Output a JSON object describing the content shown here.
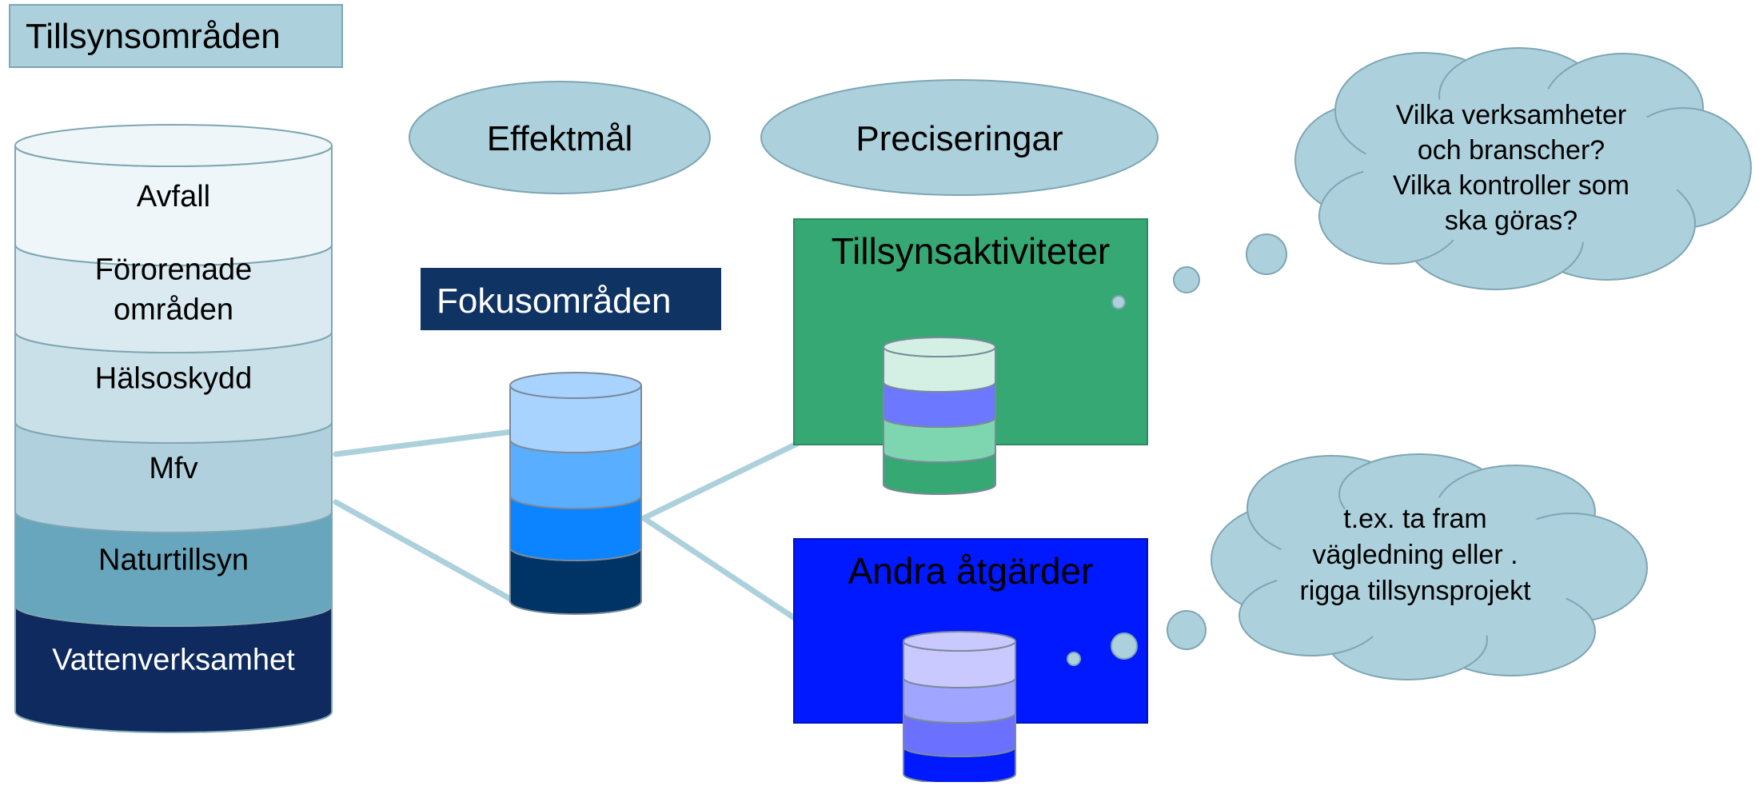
{
  "title_box": {
    "label": "Tillsynsområden",
    "fill": "#acd0dc",
    "stroke": "#7ea6b3"
  },
  "main_stack": {
    "layers": [
      {
        "label": [
          "Avfall"
        ],
        "color": "#eef6f9",
        "text_color": "#000000"
      },
      {
        "label": [
          "Förorenade",
          "områden"
        ],
        "color": "#dbeaf0",
        "text_color": "#000000"
      },
      {
        "label": [
          "Hälsoskydd"
        ],
        "color": "#c9e0e8",
        "text_color": "#000000"
      },
      {
        "label": [
          "Mfv"
        ],
        "color": "#afd0dc",
        "text_color": "#000000"
      },
      {
        "label": [
          "Naturtillsyn"
        ],
        "color": "#67a6bd",
        "text_color": "#000000"
      },
      {
        "label": [
          "Vattenverksamhet"
        ],
        "color": "#0e2a5e",
        "text_color": "#ffffff"
      }
    ]
  },
  "ellipses": [
    {
      "id": "effektmal",
      "label": "Effektmål"
    },
    {
      "id": "preciseringar",
      "label": "Preciseringar"
    }
  ],
  "focus_label": {
    "label": "Fokusområden",
    "fill": "#0f3363",
    "text_color": "#ffffff"
  },
  "focus_stack": {
    "colors": [
      "#a8d3ff",
      "#5aaeff",
      "#0c84ff",
      "#003366"
    ]
  },
  "panels": [
    {
      "id": "tillsynsaktiviteter",
      "label": "Tillsynsaktiviteter",
      "fill": "#35a874",
      "text_color": "#000000",
      "stack_colors": [
        "#d4f0e4",
        "#6b78ff",
        "#7dd6b0",
        "#35a874"
      ]
    },
    {
      "id": "andra-atgarder",
      "label": "Andra åtgärder",
      "fill": "#0019ff",
      "text_color": "#000000",
      "stack_colors": [
        "#c9c9ff",
        "#a0a5ff",
        "#6b70ff",
        "#0019ff"
      ]
    }
  ],
  "clouds": [
    {
      "id": "cloud-questions",
      "lines": [
        "Vilka verksamheter",
        "och branscher?",
        "Vilka kontroller som",
        "ska göras?"
      ]
    },
    {
      "id": "cloud-examples",
      "lines": [
        "t.ex. ta fram",
        "vägledning eller .",
        "rigga tillsynsprojekt"
      ]
    }
  ],
  "colors": {
    "bubble_fill": "#acd0dc",
    "bubble_stroke": "#7ea6b3",
    "connector": "#acd0dc"
  }
}
